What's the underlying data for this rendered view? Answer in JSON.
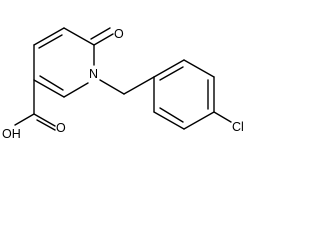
{
  "molecule": {
    "atoms": {
      "O_keto": "O",
      "N_ring": "N",
      "OH": "OH",
      "O_acid": "O",
      "Cl": "Cl"
    }
  }
}
